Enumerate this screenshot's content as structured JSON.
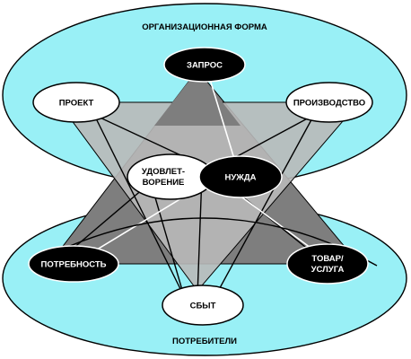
{
  "diagram": {
    "top_zone": {
      "label": "ОРГАНИЗАЦИОННАЯ ФОРМА"
    },
    "bottom_zone": {
      "label": "ПОТРЕБИТЕЛИ"
    },
    "nodes": {
      "zapros": {
        "label": "ЗАПРОС"
      },
      "proekt": {
        "label": "ПРОЕКТ"
      },
      "proizvodstvo": {
        "label": "ПРОИЗВОДСТВО"
      },
      "udovletvorenie": {
        "line1": "УДОВЛЕТ-",
        "line2": "ВОРЕНИЕ"
      },
      "nuzhda": {
        "label": "НУЖДА"
      },
      "potrebnost": {
        "label": "ПОТРЕБНОСТЬ"
      },
      "tovar": {
        "line1": "ТОВАР/",
        "line2": "УСЛУГА"
      },
      "sbyt": {
        "label": "СБЫТ"
      }
    },
    "colors": {
      "zone_fill": "#99f0f6",
      "upper_triangle": "#7e7e7e",
      "lower_triangle": "#7e7e7e",
      "upper_band": "#b9b9b9",
      "dark_node": "#000000",
      "light_node": "#ffffff"
    }
  }
}
